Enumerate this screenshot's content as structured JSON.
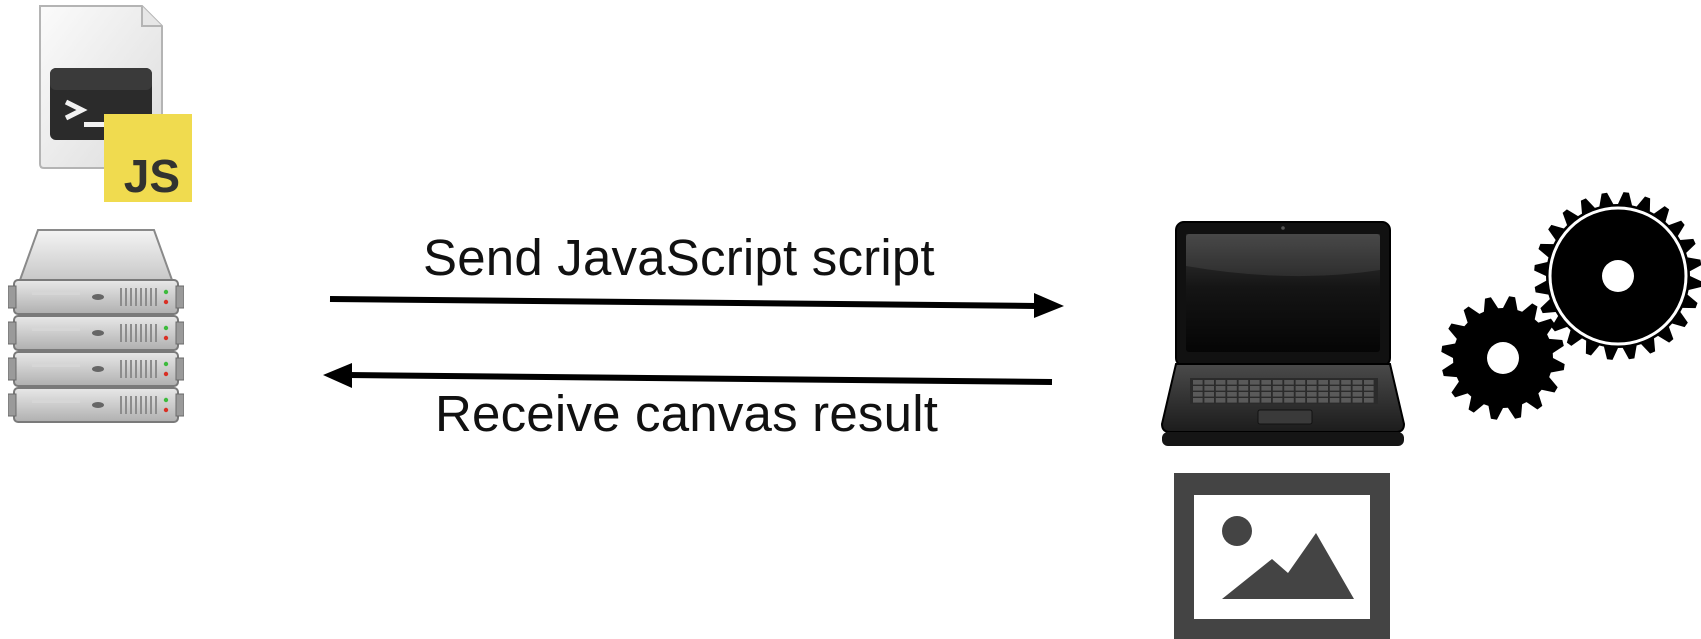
{
  "diagram": {
    "send_label": "Send JavaScript script",
    "receive_label": "Receive canvas result",
    "js_badge": "JS",
    "icons": {
      "script_file": "js-script-file-icon",
      "server": "server-rack-icon",
      "client": "laptop-icon",
      "processing": "gears-icon",
      "result": "image-icon"
    },
    "colors": {
      "js_badge": "#f0db4f",
      "text": "#111111",
      "arrow": "#000000",
      "image_icon": "#444444"
    }
  }
}
